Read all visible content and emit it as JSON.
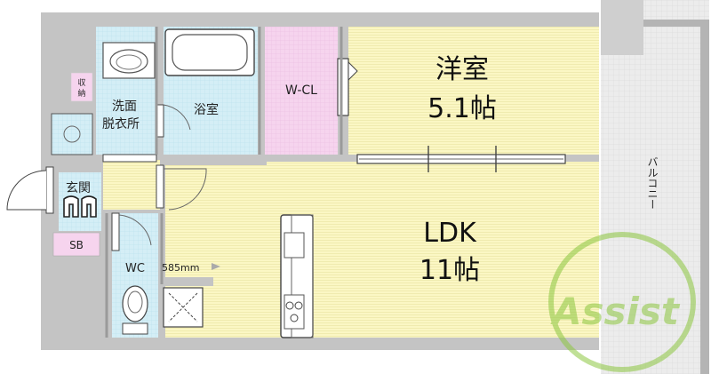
{
  "rooms": {
    "western": {
      "name": "洋室",
      "size": "5.1帖"
    },
    "ldk": {
      "name": "LDK",
      "size": "11帖"
    },
    "walk_in_closet": "W-CL",
    "bath": "浴室",
    "washroom_line1": "洗面",
    "washroom_line2": "脱衣所",
    "storage_line1": "収",
    "storage_line2": "納",
    "entrance": "玄関",
    "shoe_box": "SB",
    "toilet": "WC",
    "balcony": "バルコニー"
  },
  "dimension_note": "585mm",
  "watermark": "Assist",
  "colors": {
    "wall": "#c4c4c4",
    "wall_dark": "#9a9a9a",
    "room_yellow": "#fbf7c4",
    "wet_blue": "#d4eef6",
    "closet_pink": "#f6d4ee",
    "balcony_gray": "#e7e7e7",
    "watermark_green": "#8cc63f"
  }
}
